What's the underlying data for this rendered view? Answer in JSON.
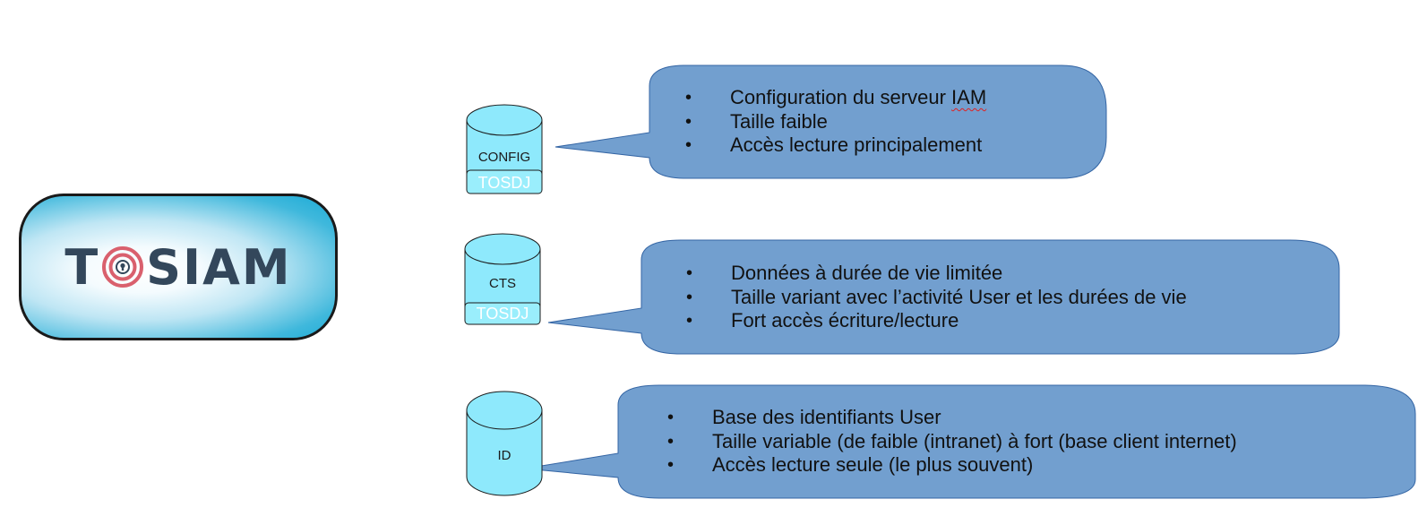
{
  "logo": {
    "text_left": "T",
    "text_right": "SIAM",
    "colors": {
      "text": "#33475b",
      "ring": "#d9606d",
      "gradient_edge": "#1aaad6"
    }
  },
  "databases": [
    {
      "id": "config",
      "label": "CONFIG",
      "tag": "TOSDJ"
    },
    {
      "id": "cts",
      "label": "CTS",
      "tag": "TOSDJ"
    },
    {
      "id": "id",
      "label": "ID",
      "tag": ""
    }
  ],
  "callouts": [
    {
      "bullets": [
        {
          "text": "Configuration du serveur ",
          "flagged": "IAM"
        },
        {
          "text": "Taille faible"
        },
        {
          "text": "Accès lecture principalement"
        }
      ]
    },
    {
      "bullets": [
        {
          "text": "Données à durée de vie limitée"
        },
        {
          "text": "Taille variant avec l’activité User et les durées de vie"
        },
        {
          "text": "Fort accès écriture/lecture"
        }
      ]
    },
    {
      "bullets": [
        {
          "text": "Base des identifiants User"
        },
        {
          "text": "Taille variable (de faible (intranet) à fort (base client internet)"
        },
        {
          "text": "Accès lecture seule (le plus souvent)"
        }
      ]
    }
  ],
  "colors": {
    "callout_fill": "#729fcf",
    "callout_stroke": "#3465a4",
    "cylinder_fill": "#8ee9fc",
    "cylinder_stroke": "#1a1a1a"
  }
}
